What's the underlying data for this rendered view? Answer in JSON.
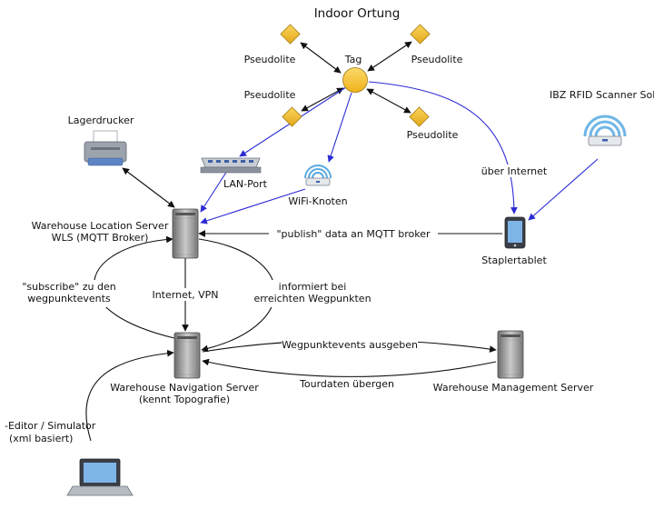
{
  "title": "Indoor Ortung",
  "nodes": {
    "tag": "Tag",
    "pseudolite_1": "Pseudolite",
    "pseudolite_2": "Pseudolite",
    "pseudolite_3": "Pseudolite",
    "pseudolite_4": "Pseudolite",
    "lan_port": "LAN-Port",
    "wifi_knoten": "WiFi-Knoten",
    "lagerdrucker": "Lagerdrucker",
    "scanner": "IBZ RFID Scanner Solut",
    "staplertablet": "Staplertablet",
    "wls_line1": "Warehouse Location Server",
    "wls_line2": "WLS (MQTT Broker)",
    "wns_line1": "Warehouse Navigation Server",
    "wns_line2": "(kennt Topografie)",
    "wms": "Warehouse Management Server",
    "editor_line1": "-Editor / Simulator",
    "editor_line2": "(xml basiert)"
  },
  "edges": {
    "ueber_internet": "über Internet",
    "publish": "\"publish\" data an MQTT broker",
    "subscribe_line1": "\"subscribe\" zu den",
    "subscribe_line2": "wegpunktevents",
    "internet_vpn": "Internet, VPN",
    "informiert_line1": "informiert bei",
    "informiert_line2": "erreichten Wegpunkten",
    "wegpunktevents": "Wegpunktevents ausgeben",
    "tourdaten": "Tourdaten übergen"
  },
  "colors": {
    "pseudolite": "#f2c12e",
    "tag": "#f7c31f",
    "link_blue": "#2b2bd6",
    "link_black": "#111111",
    "wifi_arc": "#5aa9e0"
  }
}
